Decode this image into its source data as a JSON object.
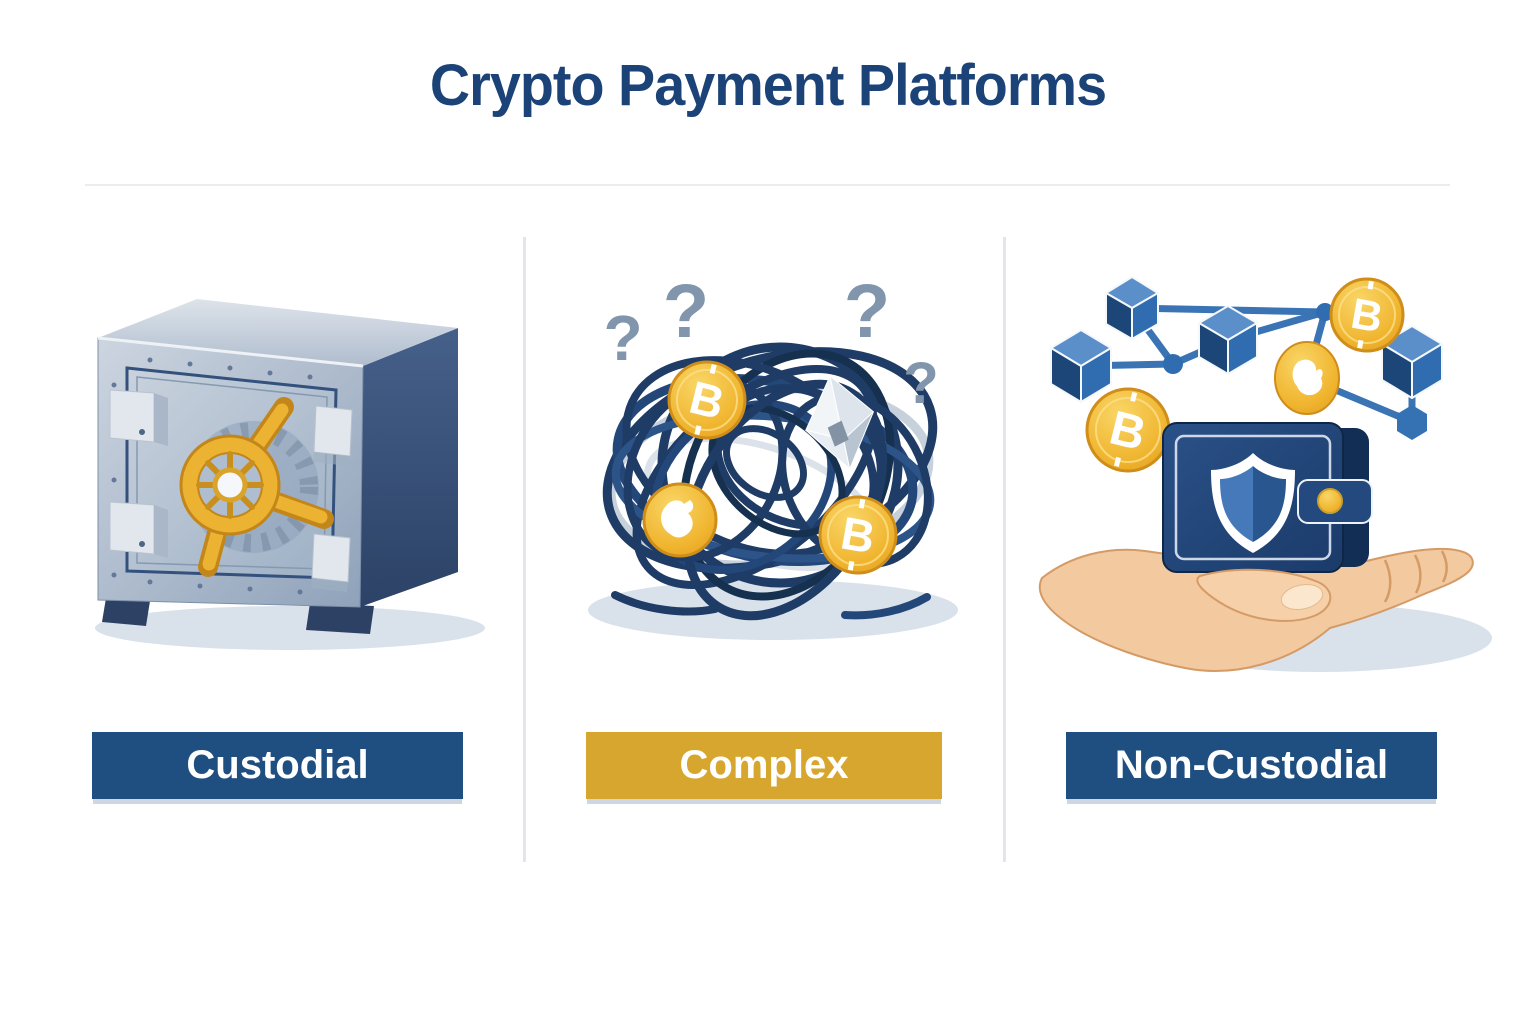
{
  "header": {
    "title": "Crypto Payment Platforms",
    "title_color": "#1c4377"
  },
  "glyphs": {
    "bitcoin_letter": "B",
    "question_mark": "?"
  },
  "colors": {
    "background": "#ffffff",
    "separator": "#ececec",
    "divider": "#e2e6ea",
    "navy_badge": "#1f4e81",
    "gold_badge": "#d7a62e",
    "badge_text": "#ffffff",
    "coin_gold": "#f0b42e",
    "wire_navy": "#1e3c66",
    "question_mark_gray": "#8196ac",
    "cube_blue": "#2f6cb0",
    "wallet_navy": "#1c3f72",
    "shield_blue": "#4077b8",
    "hand_skin": "#f3c9a0",
    "safe_metal": "#9fb0c4",
    "ground_shadow": "#d9e1eb"
  },
  "columns": [
    {
      "id": "custodial",
      "label": "Custodial",
      "badge_style": "background:#1f4e81",
      "illustration": "vault-safe"
    },
    {
      "id": "complex",
      "label": "Complex",
      "badge_style": "background:#d7a62e",
      "illustration": "tangled-crypto-wires"
    },
    {
      "id": "non_custodial",
      "label": "Non-Custodial",
      "badge_style": "background:#1f4e81",
      "illustration": "hand-held-wallet"
    }
  ]
}
